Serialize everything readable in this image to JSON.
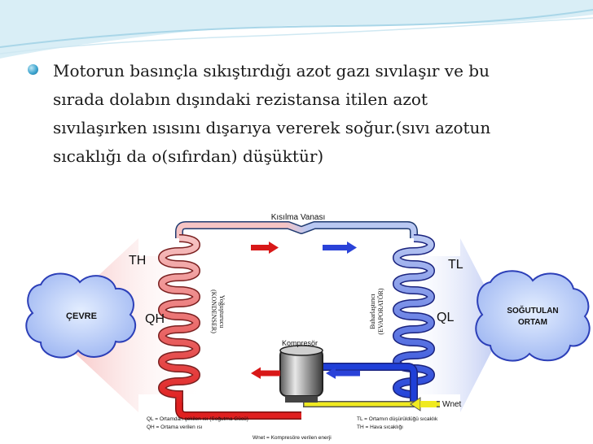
{
  "slide": {
    "bullet_lines": [
      "Motorun basınçla sıkıştırdığı azot gazı sıvılaşır ve bu",
      "sırada dolabın dışındaki rezistansa itilen azot",
      "sıvılaşırken ısısını dışarıya vererek soğur.(sıvı azotun",
      "sıcaklığı da o(sıfırdan) düşüktür)"
    ]
  },
  "diagram": {
    "valve_label": "Kısılma Vanası",
    "left_env": "ÇEVRE",
    "right_env_line1": "SOĞUTULAN",
    "right_env_line2": "ORTAM",
    "th": "TH",
    "tl": "TL",
    "qh": "QH",
    "ql": "QL",
    "condenser_line1": "Yoğuşturucu",
    "condenser_line2": "(KONDENSER)",
    "evaporator_line1": "Buharlaştırıcı",
    "evaporator_line2": "(EVAPORATÖR)",
    "compressor": "Kompresör",
    "wnet": "Wnet",
    "legend_ql": "QL = Ortamdan çekilen ısı (Soğutma Gücü)",
    "legend_qh": "QH = Ortama verilen ısı",
    "legend_tl": "TL = Ortamın düşürüldüğü sıcaklık",
    "legend_th": "TH = Hava sıcaklığı",
    "legend_wnet": "Wnet = Kompresöre verilen enerji"
  },
  "colors": {
    "hot": "#e02020",
    "cold": "#1f3fd8",
    "pink": "#f2b6b6",
    "lightblue": "#b9c8f2",
    "work": "#e8e020",
    "accent": "#3fa6d0"
  }
}
